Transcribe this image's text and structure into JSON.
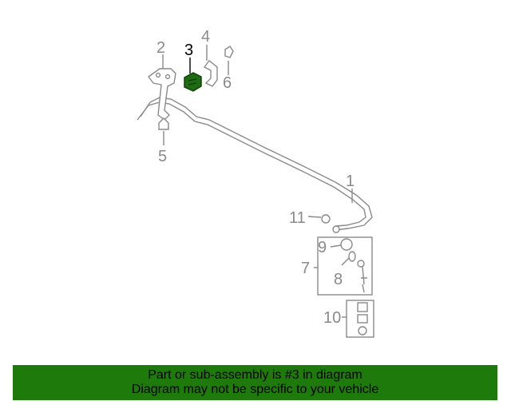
{
  "diagram": {
    "highlighted_part": "3",
    "callouts": {
      "c1": "1",
      "c2": "2",
      "c3": "3",
      "c4": "4",
      "c5": "5",
      "c6": "6",
      "c7": "7",
      "c8": "8",
      "c9": "9",
      "c10": "10",
      "c11": "11"
    },
    "colors": {
      "line": "#8a8a8a",
      "highlight_part": "#1f6b12",
      "highlight_text": "#000000"
    }
  },
  "banner": {
    "line1": "Part or sub-assembly is #3 in diagram",
    "line2": "Diagram may not be specific to your vehicle",
    "background": "#1f7a0c"
  }
}
